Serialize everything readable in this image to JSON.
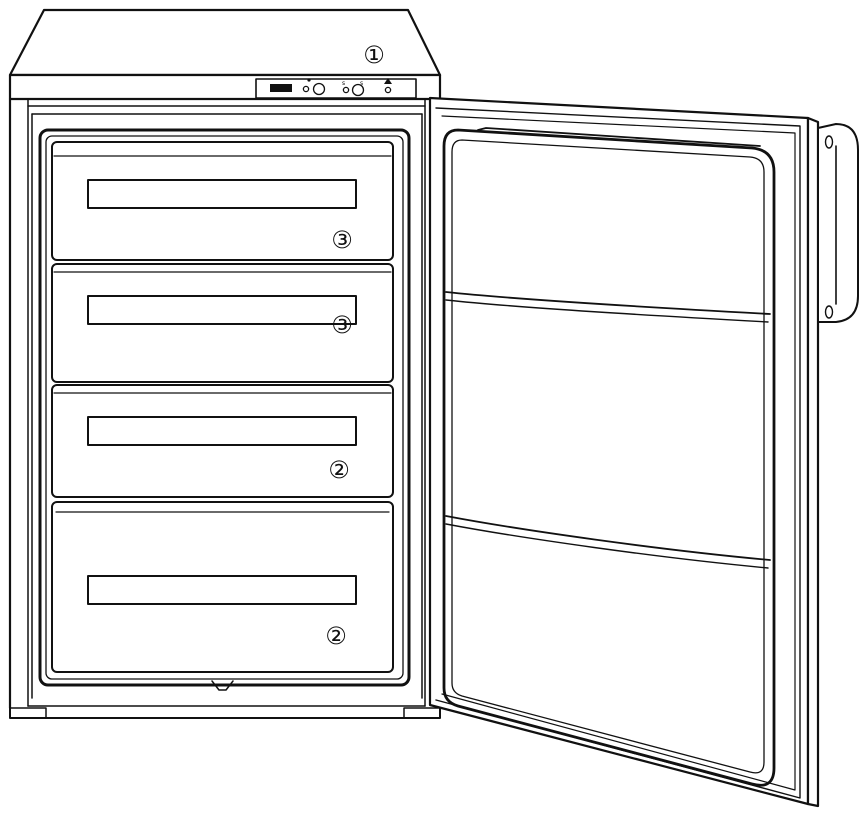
{
  "callouts": {
    "control_panel": "①",
    "drawer_1": "③",
    "drawer_2": "③",
    "drawer_3": "②",
    "drawer_4": "②"
  },
  "colors": {
    "line": "#111111",
    "background": "#ffffff"
  }
}
